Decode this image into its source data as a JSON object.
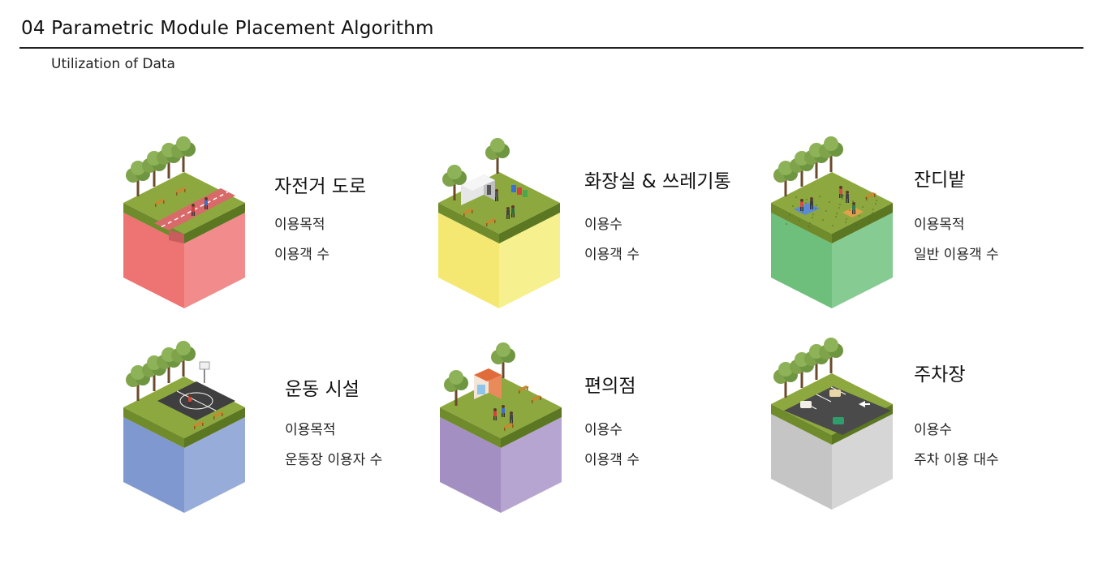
{
  "header": {
    "title": "04 Parametric Module Placement Algorithm",
    "subtitle": "Utilization of Data"
  },
  "colors": {
    "grass_top": "#8da83e",
    "grass_left": "#6f8b2c",
    "grass_right": "#5c7722",
    "tree_canopy": "#7fa34a",
    "tree_trunk": "#6b4a2b",
    "bench": "#c8892f"
  },
  "modules": [
    {
      "id": "bike-road",
      "title": "자전거 도로",
      "lines": [
        "이용목적",
        "이용객 수"
      ],
      "color_left": "#ee7373",
      "color_right": "#f28b8b",
      "scene": "bike-road"
    },
    {
      "id": "toilet-trash",
      "title": "화장실 & 쓰레기통",
      "lines": [
        "이용수",
        "이용객 수"
      ],
      "color_left": "#f4e873",
      "color_right": "#f7f08e",
      "scene": "toilet"
    },
    {
      "id": "lawn",
      "title": "잔디밭",
      "lines": [
        "이용목적",
        "일반 이용객 수"
      ],
      "color_left": "#6fbf7c",
      "color_right": "#86cc92",
      "scene": "lawn"
    },
    {
      "id": "sports",
      "title": "운동 시설",
      "lines": [
        "이용목적",
        "운동장 이용자 수"
      ],
      "color_left": "#7f98cf",
      "color_right": "#98acd9",
      "scene": "sports"
    },
    {
      "id": "store",
      "title": "편의점",
      "lines": [
        "이용수",
        "이용객 수"
      ],
      "color_left": "#a38fc2",
      "color_right": "#b6a5d0",
      "scene": "store"
    },
    {
      "id": "parking",
      "title": "주차장",
      "lines": [
        "이용수",
        "주차 이용 대수"
      ],
      "color_left": "#c5c5c5",
      "color_right": "#d6d6d6",
      "scene": "parking"
    }
  ]
}
